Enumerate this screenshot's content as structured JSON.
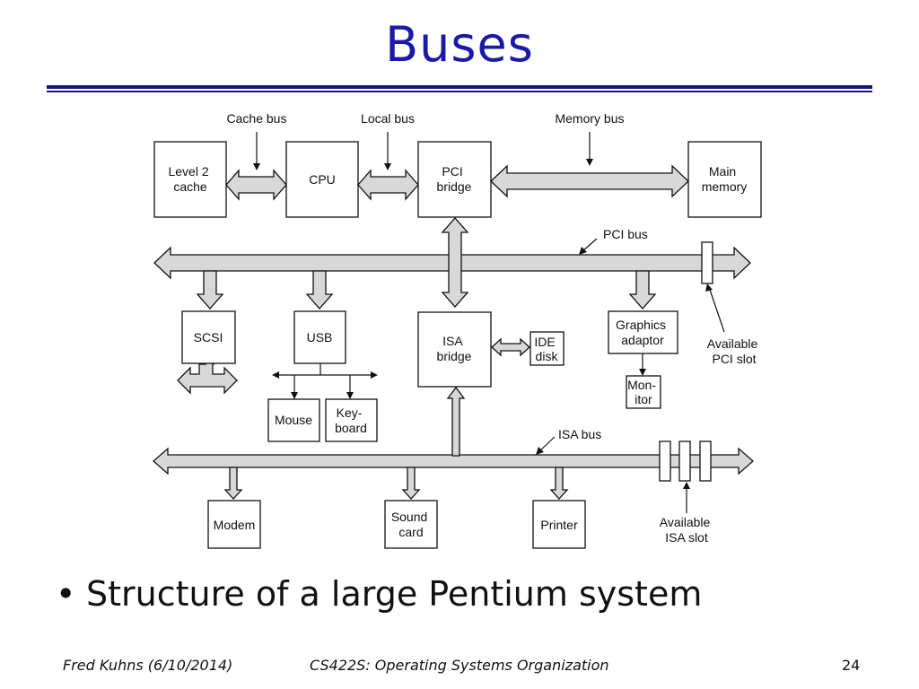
{
  "title": "Buses",
  "diagram": {
    "bus_labels": {
      "cache_bus": "Cache bus",
      "local_bus": "Local bus",
      "memory_bus": "Memory bus",
      "pci_bus": "PCI bus",
      "isa_bus": "ISA bus"
    },
    "components": {
      "level2_cache": [
        "Level 2",
        "cache"
      ],
      "cpu": [
        "CPU"
      ],
      "pci_bridge": [
        "PCI",
        "bridge"
      ],
      "main_memory": [
        "Main",
        "memory"
      ],
      "scsi": [
        "SCSI"
      ],
      "usb": [
        "USB"
      ],
      "isa_bridge": [
        "ISA",
        "bridge"
      ],
      "ide_disk": [
        "IDE",
        "disk"
      ],
      "graphics_adaptor": [
        "Graphics",
        "adaptor"
      ],
      "monitor": [
        "Mon-",
        "itor"
      ],
      "mouse": [
        "Mouse"
      ],
      "keyboard": [
        "Key-",
        "board"
      ],
      "modem": [
        "Modem"
      ],
      "sound_card": [
        "Sound",
        "card"
      ],
      "printer": [
        "Printer"
      ]
    },
    "slot_labels": {
      "available_pci_slot": [
        "Available",
        "PCI slot"
      ],
      "available_isa_slot": [
        "Available",
        "ISA slot"
      ]
    }
  },
  "bullet": "Structure of a large Pentium system",
  "footer": {
    "author": "Fred Kuhns (6/10/2014)",
    "course": "CS422S: Operating Systems Organization",
    "page": "24"
  }
}
